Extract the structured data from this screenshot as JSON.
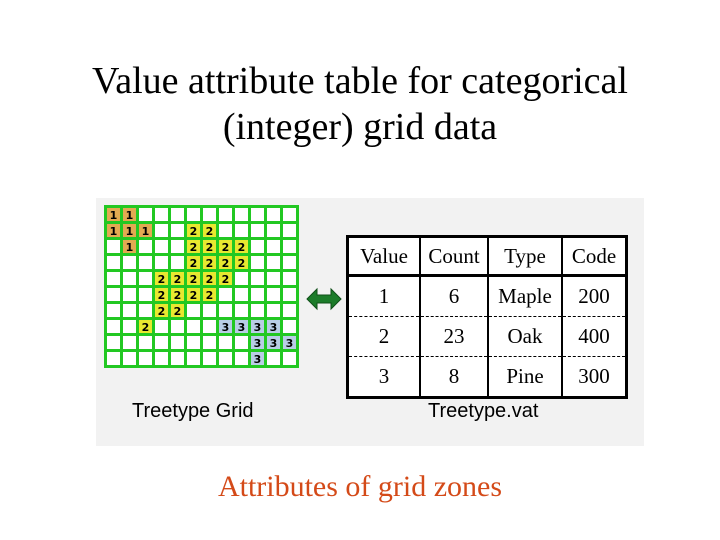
{
  "title_lines": [
    "Value attribute table for categorical",
    "(integer) grid data"
  ],
  "grid": {
    "caption": "Treetype Grid",
    "cells": [
      "11..........",
      "111..22.....",
      ".1...2222...",
      ".....2222...",
      "...22222....",
      "...2222.....",
      "...22.......",
      "..2....3333.",
      ".........333",
      ".........3.."
    ],
    "colors": {
      "1": "#e2aa52",
      "2": "#e8e830",
      "3": "#b9cde6",
      "empty": "#ffffff",
      "line": "#22c822"
    }
  },
  "arrow": {
    "icon": "double-arrow-icon",
    "color": "#1c7c2a"
  },
  "vat": {
    "caption": "Treetype.vat",
    "columns": [
      "Value",
      "Count",
      "Type",
      "Code"
    ],
    "rows": [
      [
        "1",
        "6",
        "Maple",
        "200"
      ],
      [
        "2",
        "23",
        "Oak",
        "400"
      ],
      [
        "3",
        "8",
        "Pine",
        "300"
      ]
    ]
  },
  "caption": "Attributes of grid zones"
}
